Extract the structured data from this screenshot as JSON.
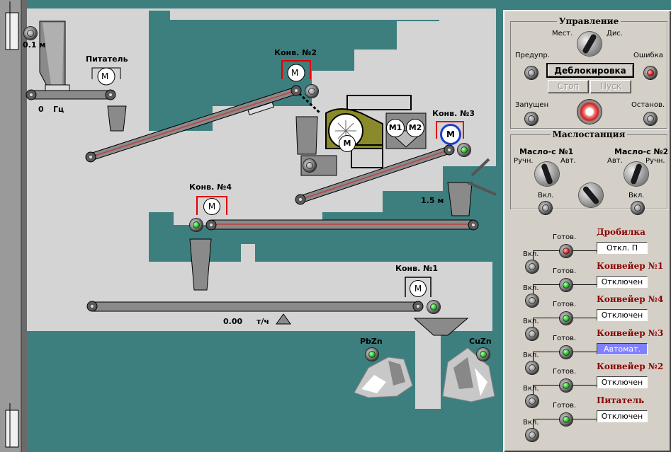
{
  "scene": {
    "bunker_level": "0.1 м",
    "feeder": {
      "label": "Питатель",
      "motor": "M",
      "freq_value": "0",
      "freq_unit": "Гц"
    },
    "conv2": {
      "label": "Конв. №2",
      "motor": "M"
    },
    "conv3": {
      "label": "Конв. №3",
      "motor": "M"
    },
    "conv4": {
      "label": "Конв. №4",
      "motor": "M"
    },
    "conv1": {
      "label": "Конв. №1",
      "motor": "M"
    },
    "crusher": {
      "motor": "M",
      "m1": "M1",
      "m2": "M2"
    },
    "level_1_5": "1.5 м",
    "scale_value": "0.00",
    "scale_unit": "т/ч",
    "pbzn": "PbZn",
    "cuzn": "CuZn"
  },
  "control": {
    "title": "Управление",
    "mode_local": "Мест.",
    "mode_remote": "Дис.",
    "warn": "Предупр.",
    "error": "Ошибка",
    "unlock": "Деблокировка",
    "stop": "Стоп",
    "start": "Пуск",
    "started": "Запущен",
    "stopped": "Останов."
  },
  "oil": {
    "title": "Маслостанция",
    "oil1": "Масло-с №1",
    "oil2": "Масло-с №2",
    "manual": "Ручн.",
    "auto": "Авт.",
    "on": "Вкл."
  },
  "units": [
    {
      "name": "Дробилка",
      "ready": "Готов.",
      "on": "Вкл.",
      "status": "Откл. П",
      "ready_lamp": "red"
    },
    {
      "name": "Конвейер №1",
      "ready": "Готов.",
      "on": "Вкл.",
      "status": "Отключен",
      "ready_lamp": "green"
    },
    {
      "name": "Конвейер №4",
      "ready": "Готов.",
      "on": "Вкл.",
      "status": "Отключен",
      "ready_lamp": "green"
    },
    {
      "name": "Конвейер №3",
      "ready": "Готов.",
      "on": "Вкл.",
      "status": "Автомат.",
      "ready_lamp": "green"
    },
    {
      "name": "Конвейер №2",
      "ready": "Готов.",
      "on": "Вкл.",
      "status": "Отключен",
      "ready_lamp": "green"
    },
    {
      "name": "Питатель",
      "ready": "Готов.",
      "on": "Вкл.",
      "status": "Отключен",
      "ready_lamp": "green"
    }
  ]
}
